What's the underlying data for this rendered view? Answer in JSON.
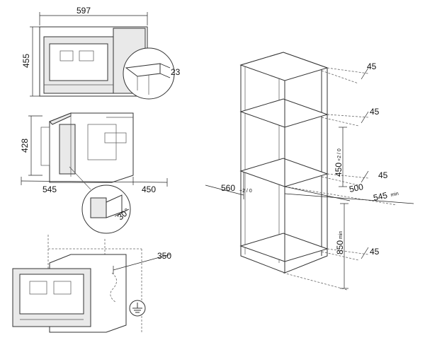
{
  "dimensions": {
    "appliance_width": "597",
    "appliance_height": "455",
    "frame_depth": "23",
    "side_height": "428",
    "side_depth": "545",
    "side_front": "450",
    "connection_angle": "30°",
    "install_depth": "350",
    "cab_shelf_top": "45",
    "cab_shelf_mid": "45",
    "cab_niche_height": "450",
    "cab_niche_height_tol": "+2 / 0",
    "cab_niche_width": "560",
    "cab_niche_width_tol": "+2 / 0",
    "cab_niche_depth": "500",
    "cab_depth": "545",
    "cab_niche_depth_side": "45",
    "cab_floor_height": "850",
    "cab_floor_height_sub": "min",
    "cab_shelf_bottom": "45",
    "cab_depth_sub": "min"
  }
}
